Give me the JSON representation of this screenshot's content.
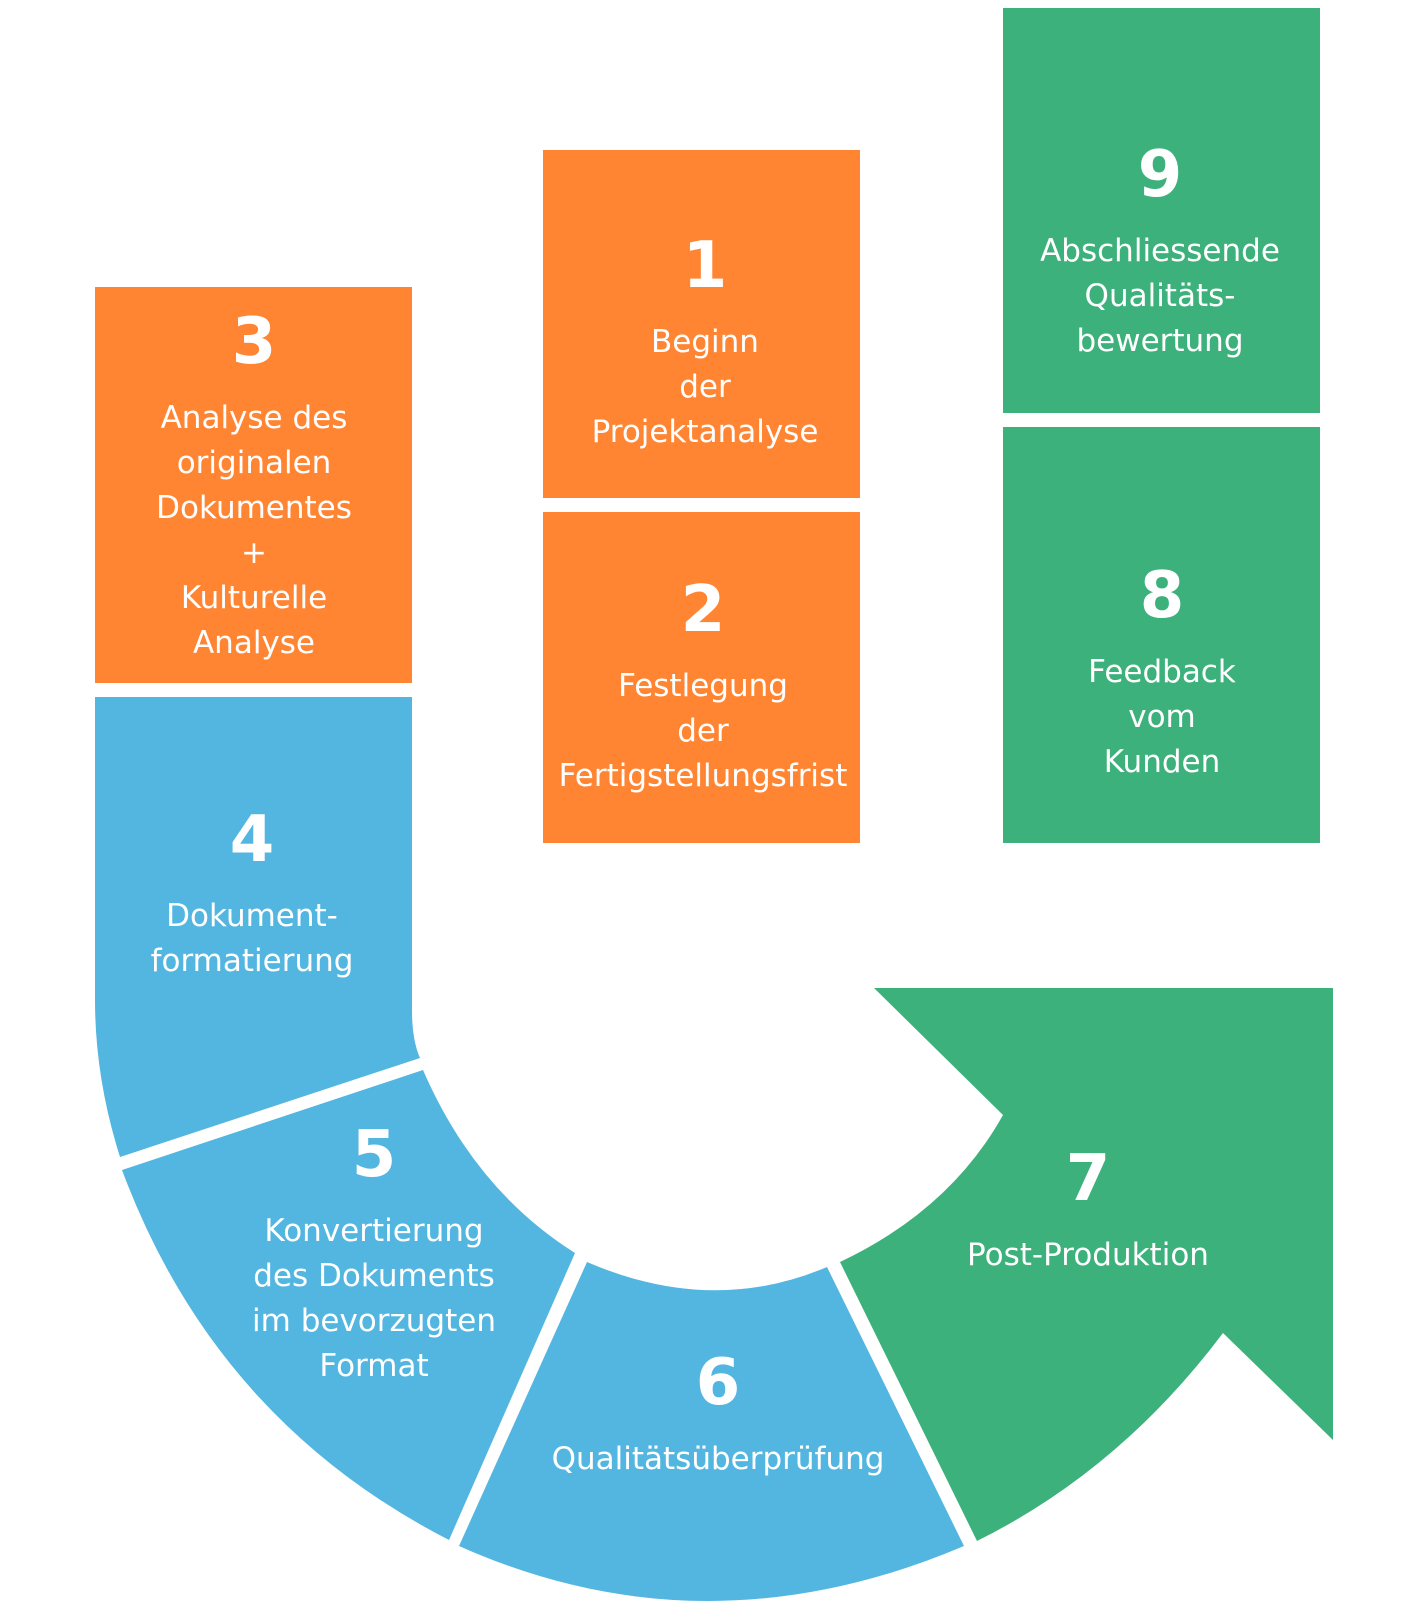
{
  "colors": {
    "orange": "#FF8533",
    "blue": "#53B6E0",
    "green": "#3DB17B"
  },
  "steps": {
    "s1": {
      "number": "1",
      "lines": [
        "Beginn",
        "der",
        "Projektanalyse"
      ]
    },
    "s2": {
      "number": "2",
      "lines": [
        "Festlegung",
        "der",
        "Fertigstellungsfrist"
      ]
    },
    "s3": {
      "number": "3",
      "lines": [
        "Analyse des",
        "originalen",
        "Dokumentes",
        "+",
        "Kulturelle",
        "Analyse"
      ]
    },
    "s4": {
      "number": "4",
      "lines": [
        "Dokument-",
        "formatierung"
      ]
    },
    "s5": {
      "number": "5",
      "lines": [
        "Konvertierung",
        "des Dokuments",
        "im bevorzugten",
        "Format"
      ]
    },
    "s6": {
      "number": "6",
      "lines": [
        "Qualitätsüberprüfung"
      ]
    },
    "s7": {
      "number": "7",
      "lines": [
        "Post-Produktion"
      ]
    },
    "s8": {
      "number": "8",
      "lines": [
        "Feedback",
        "vom",
        "Kunden"
      ]
    },
    "s9": {
      "number": "9",
      "lines": [
        "Abschliessende",
        "Qualitäts-",
        "bewertung"
      ]
    }
  }
}
